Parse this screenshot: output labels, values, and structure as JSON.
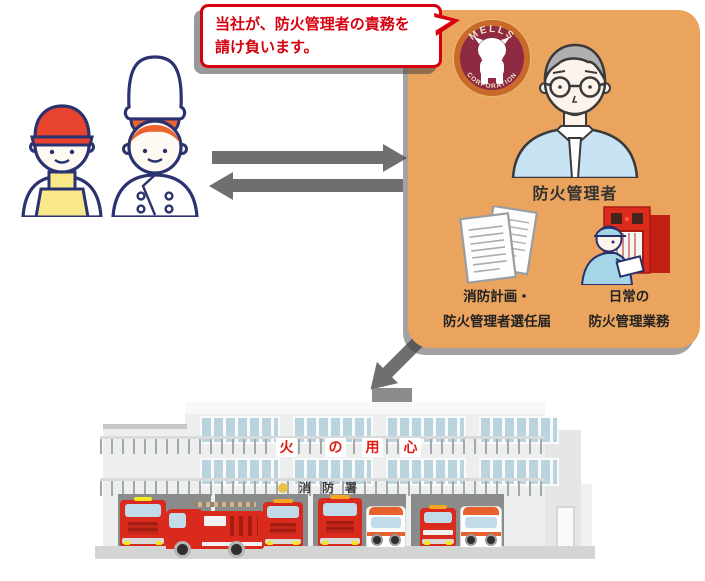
{
  "bubble": {
    "lines": [
      "当社が、防火管理者の責務を",
      "請け負います。"
    ]
  },
  "logo": {
    "top_text": "MELLS",
    "bottom_text": "CORPORATION"
  },
  "panel": {
    "manager_label": "防火管理者",
    "items": [
      {
        "icon": "documents-icon",
        "lines": [
          "消防計画・",
          "防火管理者選任届"
        ]
      },
      {
        "icon": "fire-cabinet-inspection-icon",
        "lines": [
          "日常の",
          "防火管理業務"
        ]
      }
    ]
  },
  "fire_station": {
    "banner_chars": [
      "火",
      "の",
      "用",
      "心"
    ],
    "office_chars": [
      "消",
      "防",
      "署"
    ]
  },
  "colors": {
    "panel_bg": "#EAA45D",
    "accent_red": "#D7000F",
    "arrow_gray": "#6F6F6F",
    "truck_red": "#DA2A1E",
    "logo_maroon": "#8E2B42",
    "logo_ring": "#C96A2A",
    "apron_yellow": "#F8E88A",
    "worker_blue": "#A5D6E8",
    "window_blue": "#B9D3DF",
    "outline_navy": "#2B3270"
  }
}
